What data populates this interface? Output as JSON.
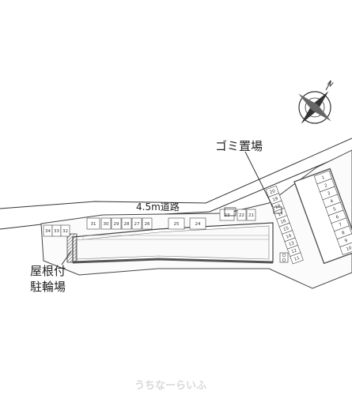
{
  "road_label": "4.5m道路",
  "garbage_label": "ゴミ置場",
  "bike_label_line1": "屋根付",
  "bike_label_line2": "駐輪場",
  "north_label": "N",
  "watermark": "うちなーらいふ",
  "left_slots": [
    "34",
    "33",
    "32"
  ],
  "top_slots": [
    "31",
    "30",
    "29",
    "28",
    "27",
    "26",
    "25",
    "24",
    "23",
    "22",
    "21"
  ],
  "right_slots": [
    "20",
    "19",
    "18",
    "17",
    "16",
    "15",
    "14",
    "13",
    "12",
    "11"
  ],
  "building_slots": [
    "1",
    "2",
    "3",
    "4",
    "5",
    "6",
    "7",
    "8",
    "9",
    "10"
  ],
  "colors": {
    "line": "#333333",
    "building": "#555555"
  }
}
